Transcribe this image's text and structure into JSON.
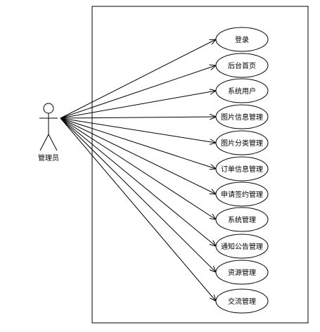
{
  "actor": {
    "name": "管理员"
  },
  "use_cases": [
    {
      "label": "登录"
    },
    {
      "label": "后台首页"
    },
    {
      "label": "系统用户"
    },
    {
      "label": "图片信息管理"
    },
    {
      "label": "图片分类管理"
    },
    {
      "label": "订单信息管理"
    },
    {
      "label": "申请签约管理"
    },
    {
      "label": "系统管理"
    },
    {
      "label": "通知公告管理"
    },
    {
      "label": "资源管理"
    },
    {
      "label": "交流管理"
    }
  ]
}
